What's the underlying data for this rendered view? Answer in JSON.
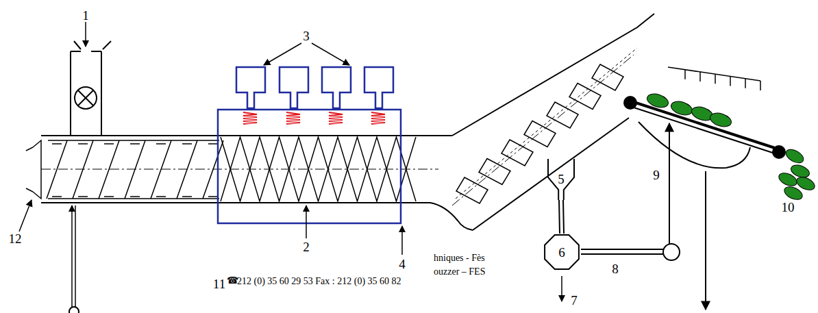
{
  "diagram": {
    "nodes": [
      {
        "text": [
          "5"
        ]
      },
      {
        "text": [
          "6"
        ]
      }
    ],
    "edges": [
      {
        "from": 0,
        "to": 1,
        "arrow": "none"
      }
    ],
    "labels": [
      "1",
      "3",
      "2",
      "4",
      "12",
      "7",
      "8",
      "9",
      "10",
      "11",
      "☎",
      "212 (0) 35 60 29 53 Fax : 212 (0) 35 60 82",
      "hniques - Fès",
      "ouzzer – FES"
    ]
  }
}
